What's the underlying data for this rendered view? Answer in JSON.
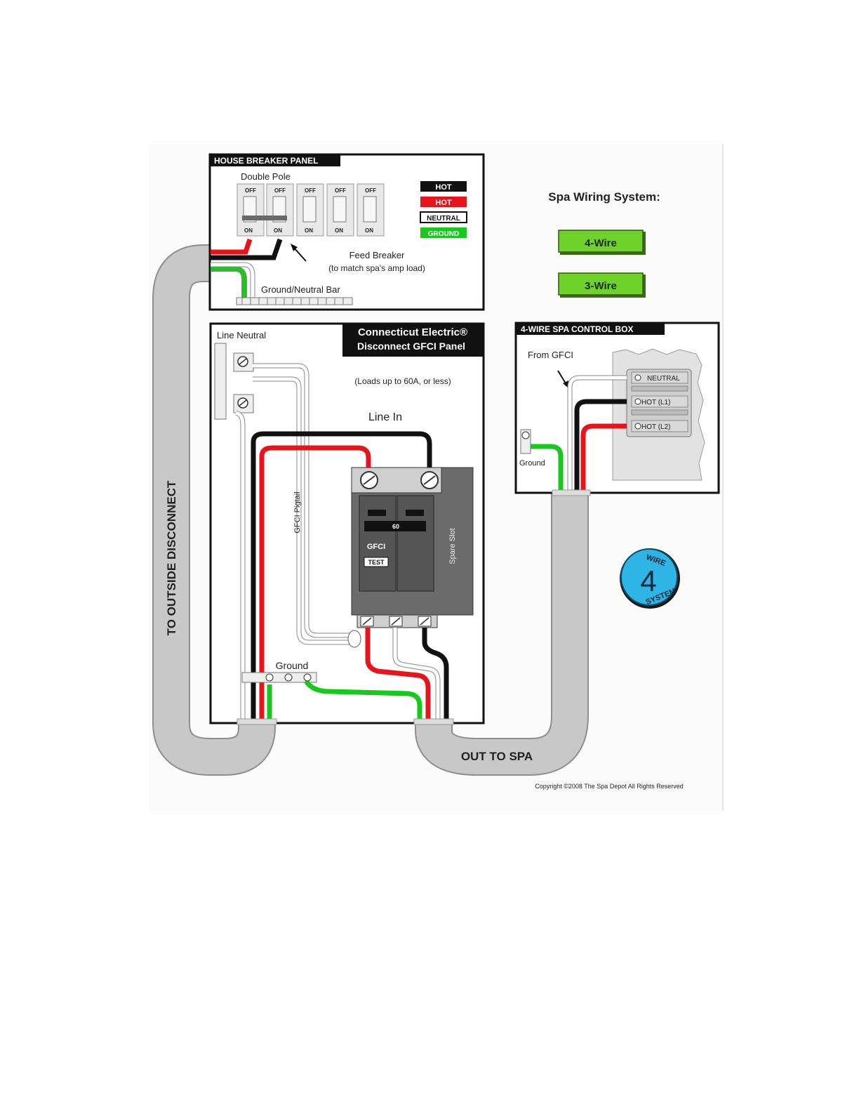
{
  "title": "Spa Wiring System:",
  "colors": {
    "hot_black": "#111111",
    "hot_red": "#e8141b",
    "neutral": "#ffffff",
    "ground": "#18c81d",
    "conduit": "#c8c8c8",
    "button": "#6fd12a",
    "badge": "#2fb4e6",
    "breaker": "#5b5b5b"
  },
  "buttons": {
    "four_wire": "4-Wire",
    "three_wire": "3-Wire"
  },
  "house_panel": {
    "header": "HOUSE BREAKER PANEL",
    "double_pole": "Double Pole",
    "breakers": [
      {
        "off": "OFF",
        "on": "ON"
      },
      {
        "off": "OFF",
        "on": "ON"
      },
      {
        "off": "OFF",
        "on": "ON"
      },
      {
        "off": "OFF",
        "on": "ON"
      },
      {
        "off": "OFF",
        "on": "ON"
      }
    ],
    "legend": [
      "HOT",
      "HOT",
      "NEUTRAL",
      "GROUND"
    ],
    "feed_breaker": "Feed Breaker",
    "feed_breaker_note": "(to match spa's amp load)",
    "ground_neutral_bar": "Ground/Neutral Bar"
  },
  "gfci_panel": {
    "title_line1": "Connecticut Electric®",
    "title_line2": "Disconnect GFCI Panel",
    "loads_note": "(Loads up to 60A, or less)",
    "line_neutral": "Line Neutral",
    "line_in": "Line In",
    "gfci_pigtail": "GFCI Pigtail",
    "breaker_rating": "60",
    "gfci_label": "GFCI",
    "test_label": "TEST",
    "spare_slot": "Spare Slot",
    "ground": "Ground"
  },
  "spa_box": {
    "header": "4-WIRE SPA CONTROL BOX",
    "from_gfci": "From GFCI",
    "terminals": [
      "NEUTRAL",
      "HOT (L1)",
      "HOT (L2)"
    ],
    "ground": "Ground"
  },
  "badge": {
    "top": "WIRE",
    "number": "4",
    "bottom": "SYSTEM"
  },
  "to_outside_disconnect": "TO OUTSIDE DISCONNECT",
  "out_to_spa": "OUT TO SPA",
  "copyright": "Copyright ©2008 The Spa Depot All Rights Reserved"
}
